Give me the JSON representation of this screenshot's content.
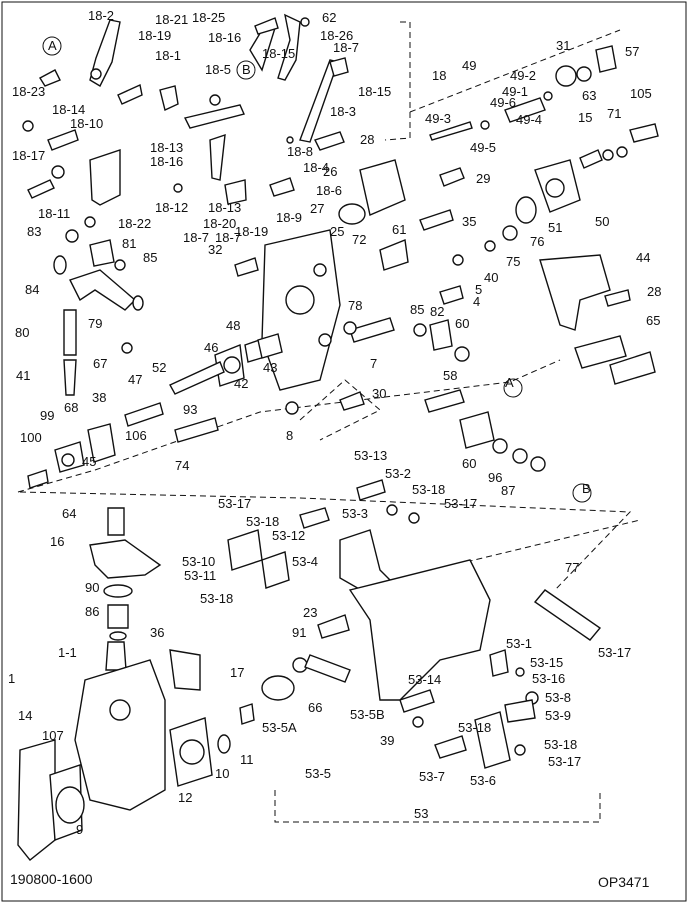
{
  "diagram": {
    "reference_left": "190800-1600",
    "reference_right": "OP3471",
    "callout_markers": [
      "A",
      "B",
      "A",
      "B"
    ],
    "labels": [
      "18-2",
      "18-21",
      "18-19",
      "18-25",
      "62",
      "18-26",
      "18-16",
      "18-7",
      "A",
      "18-15",
      "18-1",
      "18-5",
      "B",
      "18",
      "18-23",
      "18-14",
      "18-10",
      "18-3",
      "18-15",
      "49",
      "49-2",
      "31",
      "57",
      "49-1",
      "63",
      "105",
      "18-13",
      "18-16",
      "18-8",
      "28",
      "49-3",
      "49-6",
      "49-4",
      "15",
      "71",
      "18-17",
      "18-4",
      "49-5",
      "26",
      "18-6",
      "29",
      "18-11",
      "18-12",
      "18-22",
      "18-20",
      "18-13",
      "18-7",
      "18-9",
      "27",
      "50",
      "83",
      "18-7",
      "18-19",
      "72",
      "35",
      "51",
      "76",
      "81",
      "61",
      "85",
      "25",
      "84",
      "32",
      "75",
      "44",
      "40",
      "4",
      "28",
      "5",
      "78",
      "85",
      "80",
      "82",
      "60",
      "65",
      "48",
      "79",
      "46",
      "67",
      "52",
      "7",
      "41",
      "43",
      "42",
      "47",
      "58",
      "93",
      "A",
      "99",
      "68",
      "38",
      "106",
      "30",
      "100",
      "45",
      "74",
      "8",
      "60",
      "96",
      "87",
      "B",
      "53-13",
      "53-2",
      "53-18",
      "64",
      "53-17",
      "53-3",
      "53-17",
      "53-18",
      "53-12",
      "16",
      "53-10",
      "53-4",
      "53-11",
      "90",
      "53-18",
      "77",
      "86",
      "23",
      "36",
      "91",
      "53-1",
      "53-17",
      "1-1",
      "17",
      "53-15",
      "1",
      "66",
      "53-16",
      "53-8",
      "14",
      "53-14",
      "53-9",
      "107",
      "53-5A",
      "53-5B",
      "39",
      "53-18",
      "12",
      "10",
      "11",
      "53-6",
      "53-18",
      "53-17",
      "53-7",
      "9",
      "53-5",
      "53"
    ]
  }
}
